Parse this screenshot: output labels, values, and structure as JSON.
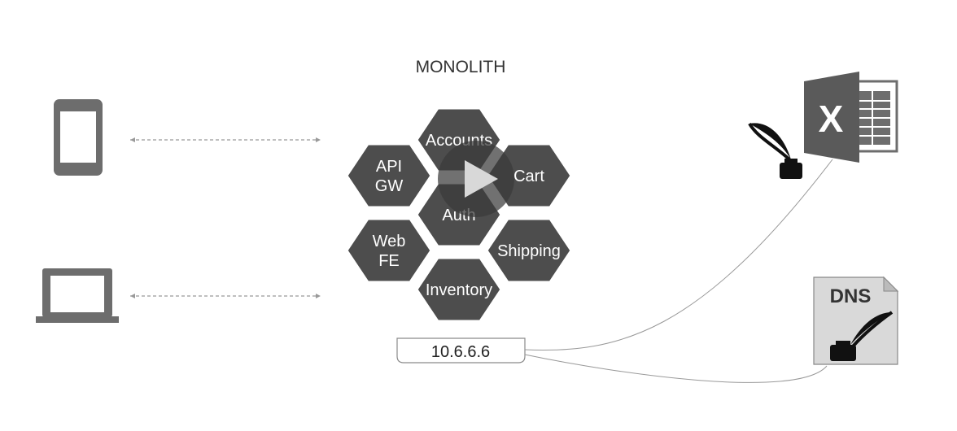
{
  "title": "MONOLITH",
  "services": [
    {
      "id": "accounts",
      "label": [
        "Accounts"
      ]
    },
    {
      "id": "api-gw",
      "label": [
        "API",
        "GW"
      ]
    },
    {
      "id": "cart",
      "label": [
        "Cart"
      ]
    },
    {
      "id": "auth",
      "label": [
        "Auth"
      ]
    },
    {
      "id": "web-fe",
      "label": [
        "Web",
        "FE"
      ]
    },
    {
      "id": "shipping",
      "label": [
        "Shipping"
      ]
    },
    {
      "id": "inventory",
      "label": [
        "Inventory"
      ]
    }
  ],
  "ip_address": "10.6.6.6",
  "dns_label": "DNS",
  "spreadsheet_letter": "X",
  "icons": {
    "phone": "smartphone-icon",
    "laptop": "laptop-icon",
    "spreadsheet": "spreadsheet-icon",
    "dns": "dns-file-icon",
    "quill": "quill-ink-icon",
    "play": "play-icon"
  },
  "colors": {
    "hex_fill": "#4d4d4d",
    "icon_gray": "#6d6d6d",
    "connector": "#999999"
  }
}
